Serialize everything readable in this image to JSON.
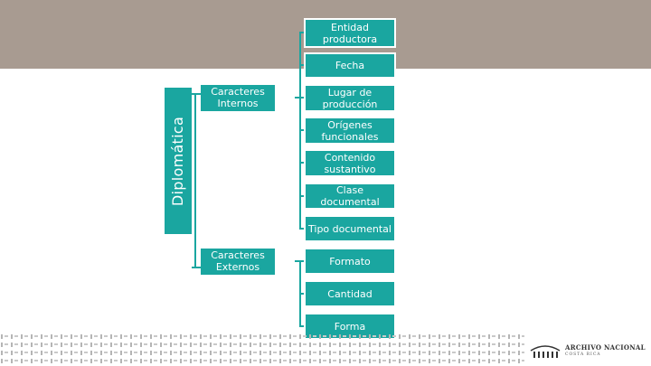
{
  "root_label": "Diplomática",
  "categories": {
    "internos": "Caracteres Internos",
    "externos": "Caracteres Externos"
  },
  "nodes": {
    "entidad_productora": "Entidad productora",
    "fecha": "Fecha",
    "lugar_produccion": "Lugar de producción",
    "origenes_funcionales": "Orígenes funcionales",
    "contenido_sustantivo": "Contenido sustantivo",
    "clase_documental": "Clase documental",
    "tipo_documental": "Tipo documental",
    "formato": "Formato",
    "cantidad": "Cantidad",
    "forma": "Forma"
  },
  "logo": {
    "title": "ARCHIVO NACIONAL",
    "subtitle": "COSTA RICA"
  },
  "colors": {
    "node": "#1aa6a0",
    "band": "#a89b91",
    "connector": "#1aa6a0"
  }
}
